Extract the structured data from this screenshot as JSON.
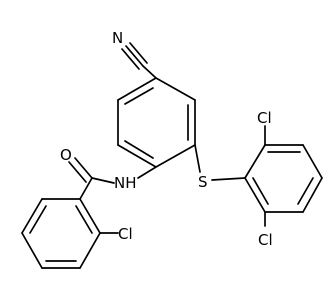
{
  "molecule": {
    "labels": {
      "nitrile_n": "N",
      "amide_o": "O",
      "amide_nh": "NH",
      "thioether_s": "S",
      "cl_upper": "Cl",
      "cl_lower": "Cl",
      "cl_benzoyl": "Cl"
    },
    "colors": {
      "bond": "#000000",
      "text": "#000000",
      "background": "#ffffff"
    }
  }
}
